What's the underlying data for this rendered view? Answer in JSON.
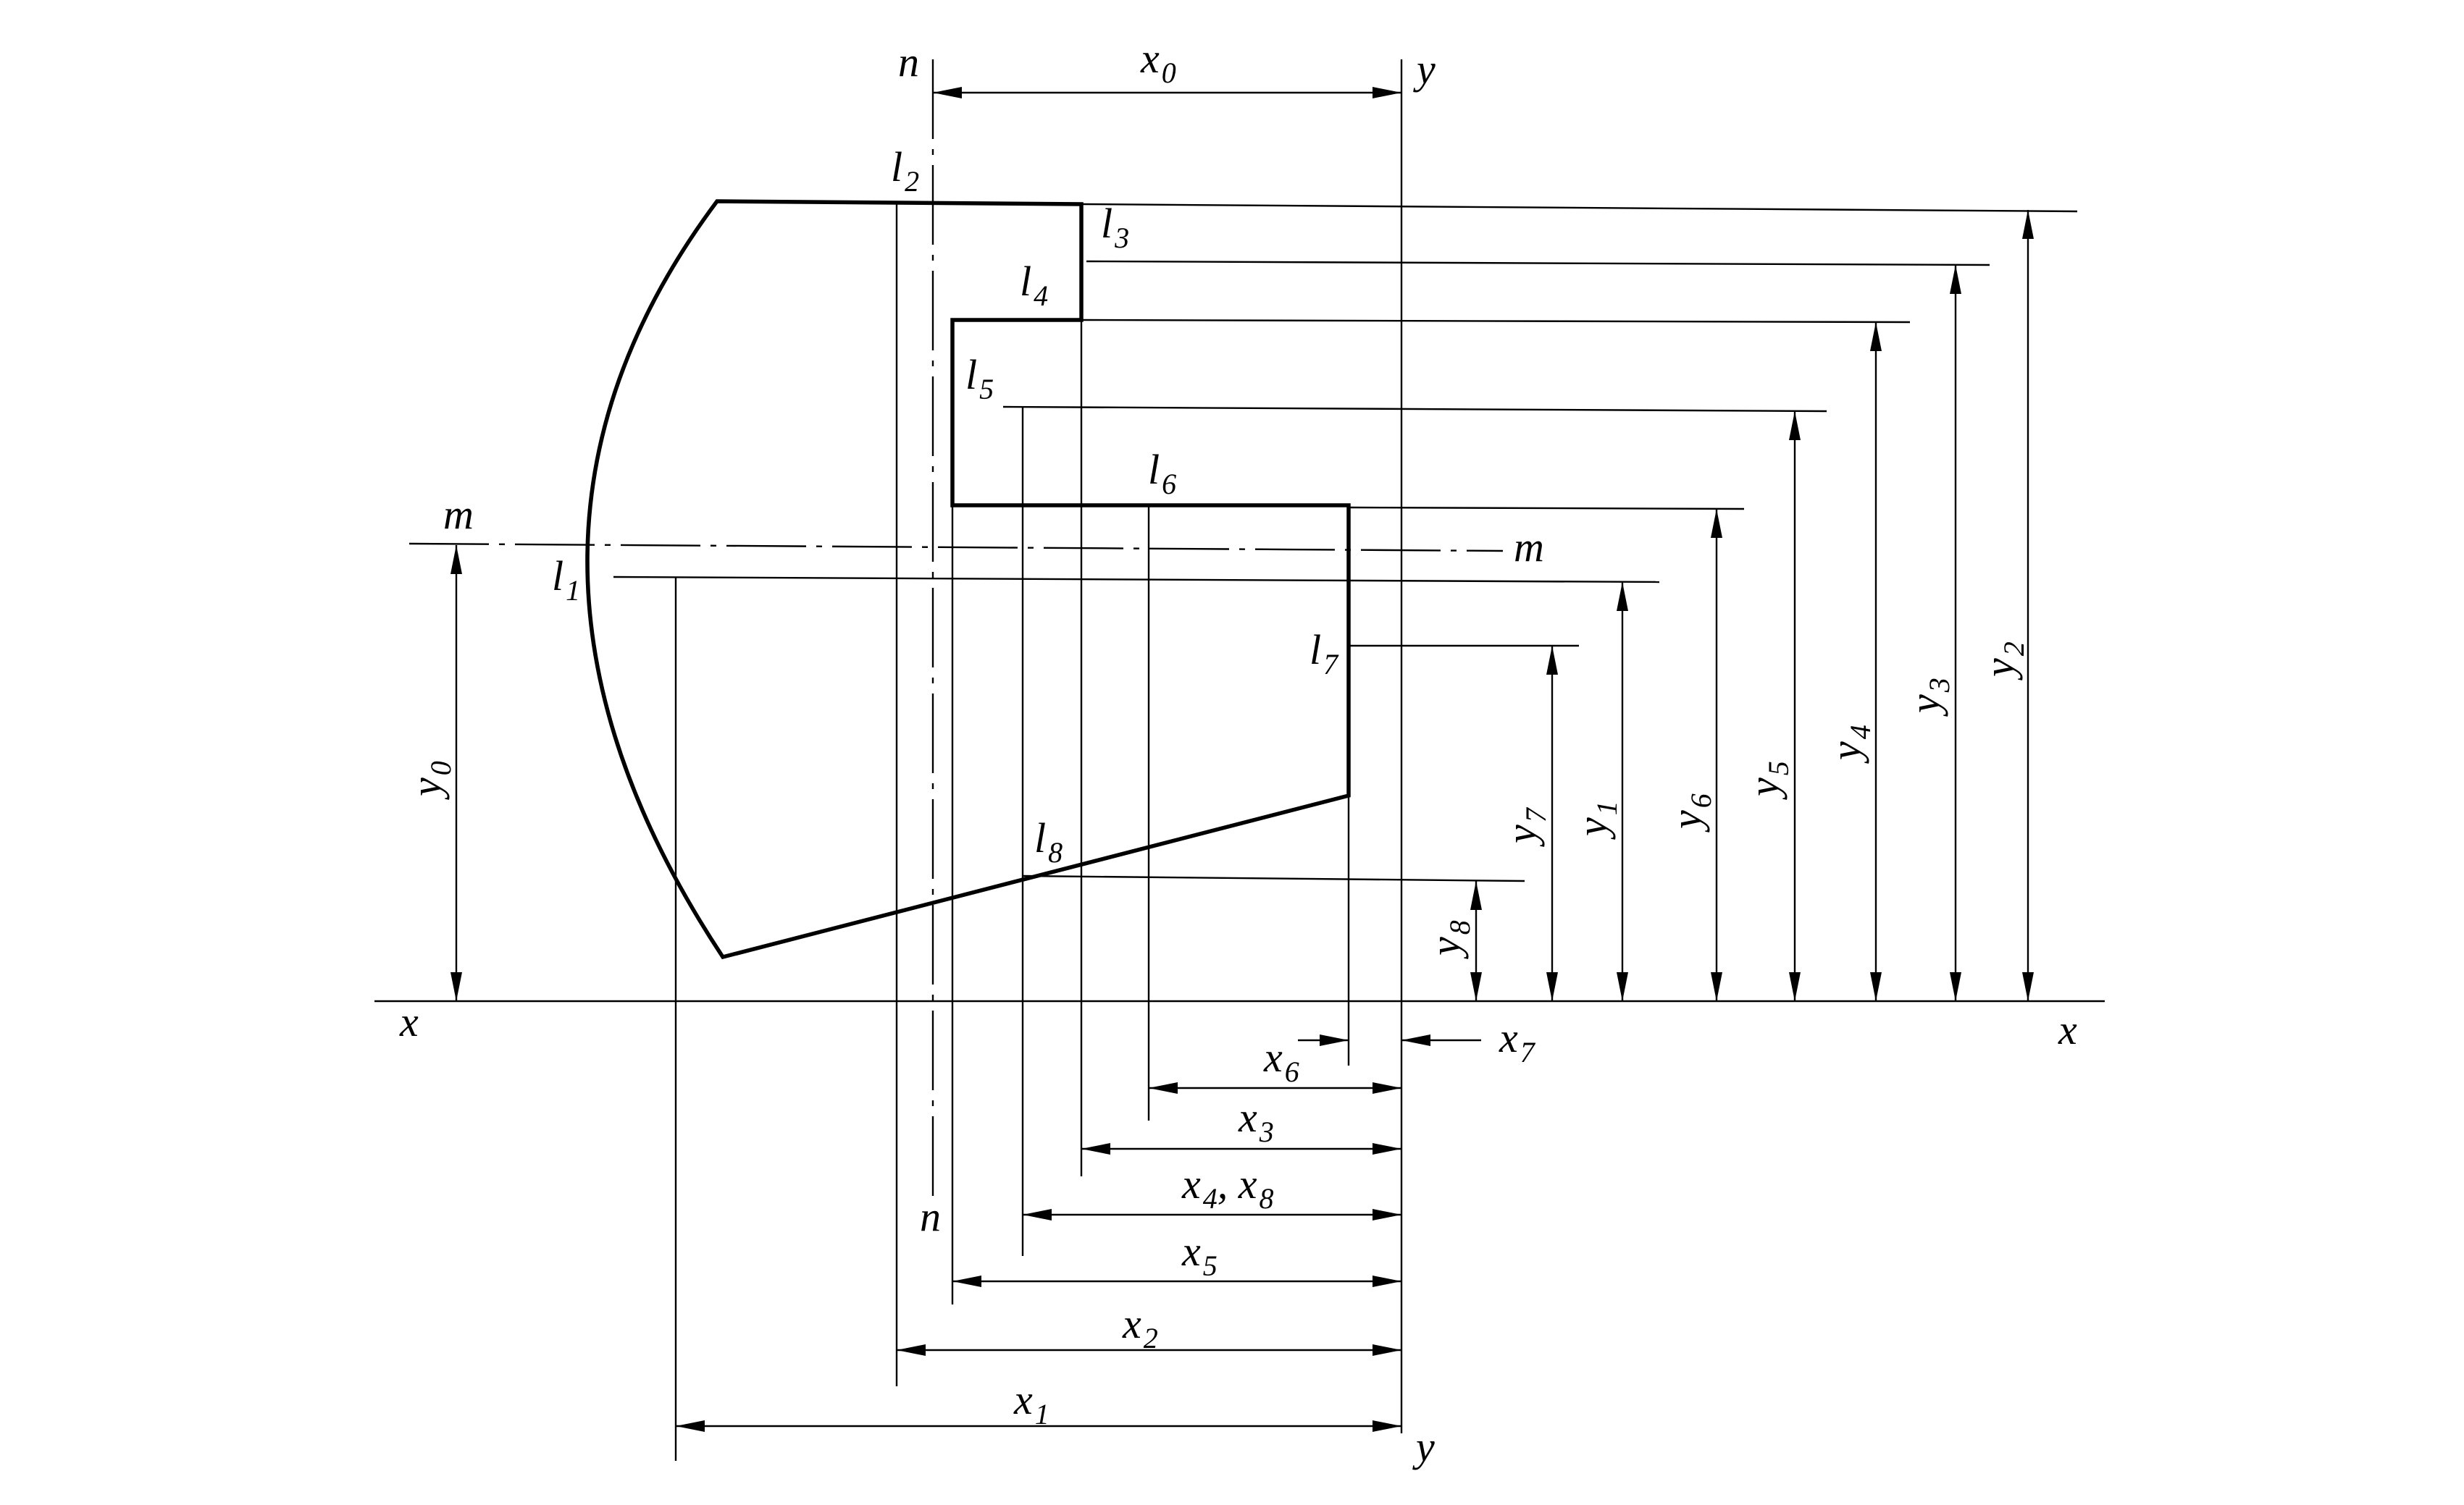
{
  "colors": {
    "line": "#000000",
    "background": "#ffffff"
  },
  "axis_labels": {
    "x_left": "x",
    "x_right": "x",
    "y_top": "y",
    "y_bottom": "y",
    "n_top": "n",
    "n_bottom": "n",
    "m_left": "m",
    "m_right": "m"
  },
  "points": [
    {
      "letter": "l",
      "index": "1"
    },
    {
      "letter": "l",
      "index": "2"
    },
    {
      "letter": "l",
      "index": "3"
    },
    {
      "letter": "l",
      "index": "4"
    },
    {
      "letter": "l",
      "index": "5"
    },
    {
      "letter": "l",
      "index": "6"
    },
    {
      "letter": "l",
      "index": "7"
    },
    {
      "letter": "l",
      "index": "8"
    }
  ],
  "x_dimensions": [
    {
      "letter": "x",
      "index": "0"
    },
    {
      "letter": "x",
      "index": "1"
    },
    {
      "letter": "x",
      "index": "2"
    },
    {
      "letter": "x",
      "index": "3"
    },
    {
      "letter": "x",
      "index": "4",
      "extra_letter": "x",
      "extra_index": "8",
      "separator": ", "
    },
    {
      "letter": "x",
      "index": "5"
    },
    {
      "letter": "x",
      "index": "6"
    },
    {
      "letter": "x",
      "index": "7"
    }
  ],
  "y_dimensions": [
    {
      "letter": "y",
      "index": "0"
    },
    {
      "letter": "y",
      "index": "1"
    },
    {
      "letter": "y",
      "index": "2"
    },
    {
      "letter": "y",
      "index": "3"
    },
    {
      "letter": "y",
      "index": "4"
    },
    {
      "letter": "y",
      "index": "5"
    },
    {
      "letter": "y",
      "index": "6"
    },
    {
      "letter": "y",
      "index": "7"
    },
    {
      "letter": "y",
      "index": "8"
    }
  ]
}
